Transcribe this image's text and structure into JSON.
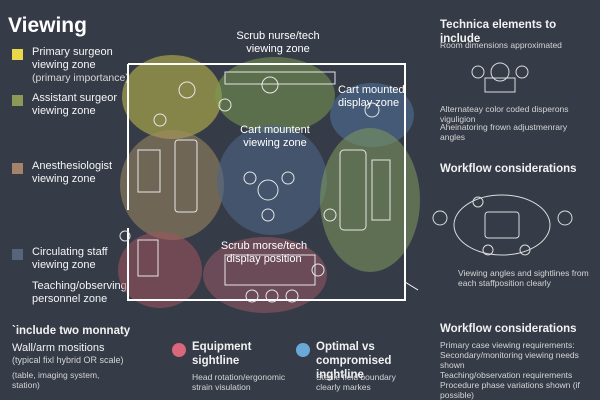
{
  "title": "Viewing",
  "legend": [
    {
      "label": "Primary surgeon viewing zone",
      "sub": "(primary importance)",
      "color": "#e8d84a"
    },
    {
      "label": "Assistant surgeor viewing zone",
      "sub": "",
      "color": "#8d9a55"
    },
    {
      "label": "Anesthesiologist viewing zone",
      "sub": "",
      "color": "#a5836a"
    },
    {
      "label": "Circulating staff viewing zone",
      "sub": "",
      "color": "#56657a"
    },
    {
      "label": "Teaching/observing personnel zone",
      "sub": "",
      "color": ""
    }
  ],
  "zones": {
    "scrub_top": "Scrub nurse/tech viewing zone",
    "cart_right": "Cart mounted display zone",
    "cart_center": "Cart mountent viewing zone",
    "scrub_bottom": "Scrub morse/tech display position"
  },
  "right_panel": {
    "tech_title": "Technica elements to include",
    "room_dims": "Room dimensions approximated",
    "alt_color": "Alternateay color coded disperons viguligion",
    "adj_angles": "Aheinatoring frown adjustmenrary angles",
    "workflow_title": "Workflow considerations",
    "angles_text": "Viewing angles and sightlines from each staffposition clearly",
    "workflow_title2": "Workflow considerations",
    "bullets": [
      "Primary case viewing requirements:",
      "Secondary/monitoring viewing needs shown",
      "Teaching/observation requirements",
      "Procedure phase variations shown (if possible)"
    ]
  },
  "bottom": {
    "include_title": "`include two monnaty",
    "wall_arm": "Wall/arm mositions",
    "wall_arm_sub": "(typical fixl hybrid OR scale)",
    "table_note": "(table, imaging system, station)",
    "equip_label": "Equipment sightline",
    "equip_note": "Head rotation/ergonomic strain visulation",
    "optimal_label": "Optimal vs compromised inghtline",
    "optimal_note": "Sterile field boundary clearly markes",
    "equip_color": "#d9667a",
    "optimal_color": "#6aa8d8"
  }
}
